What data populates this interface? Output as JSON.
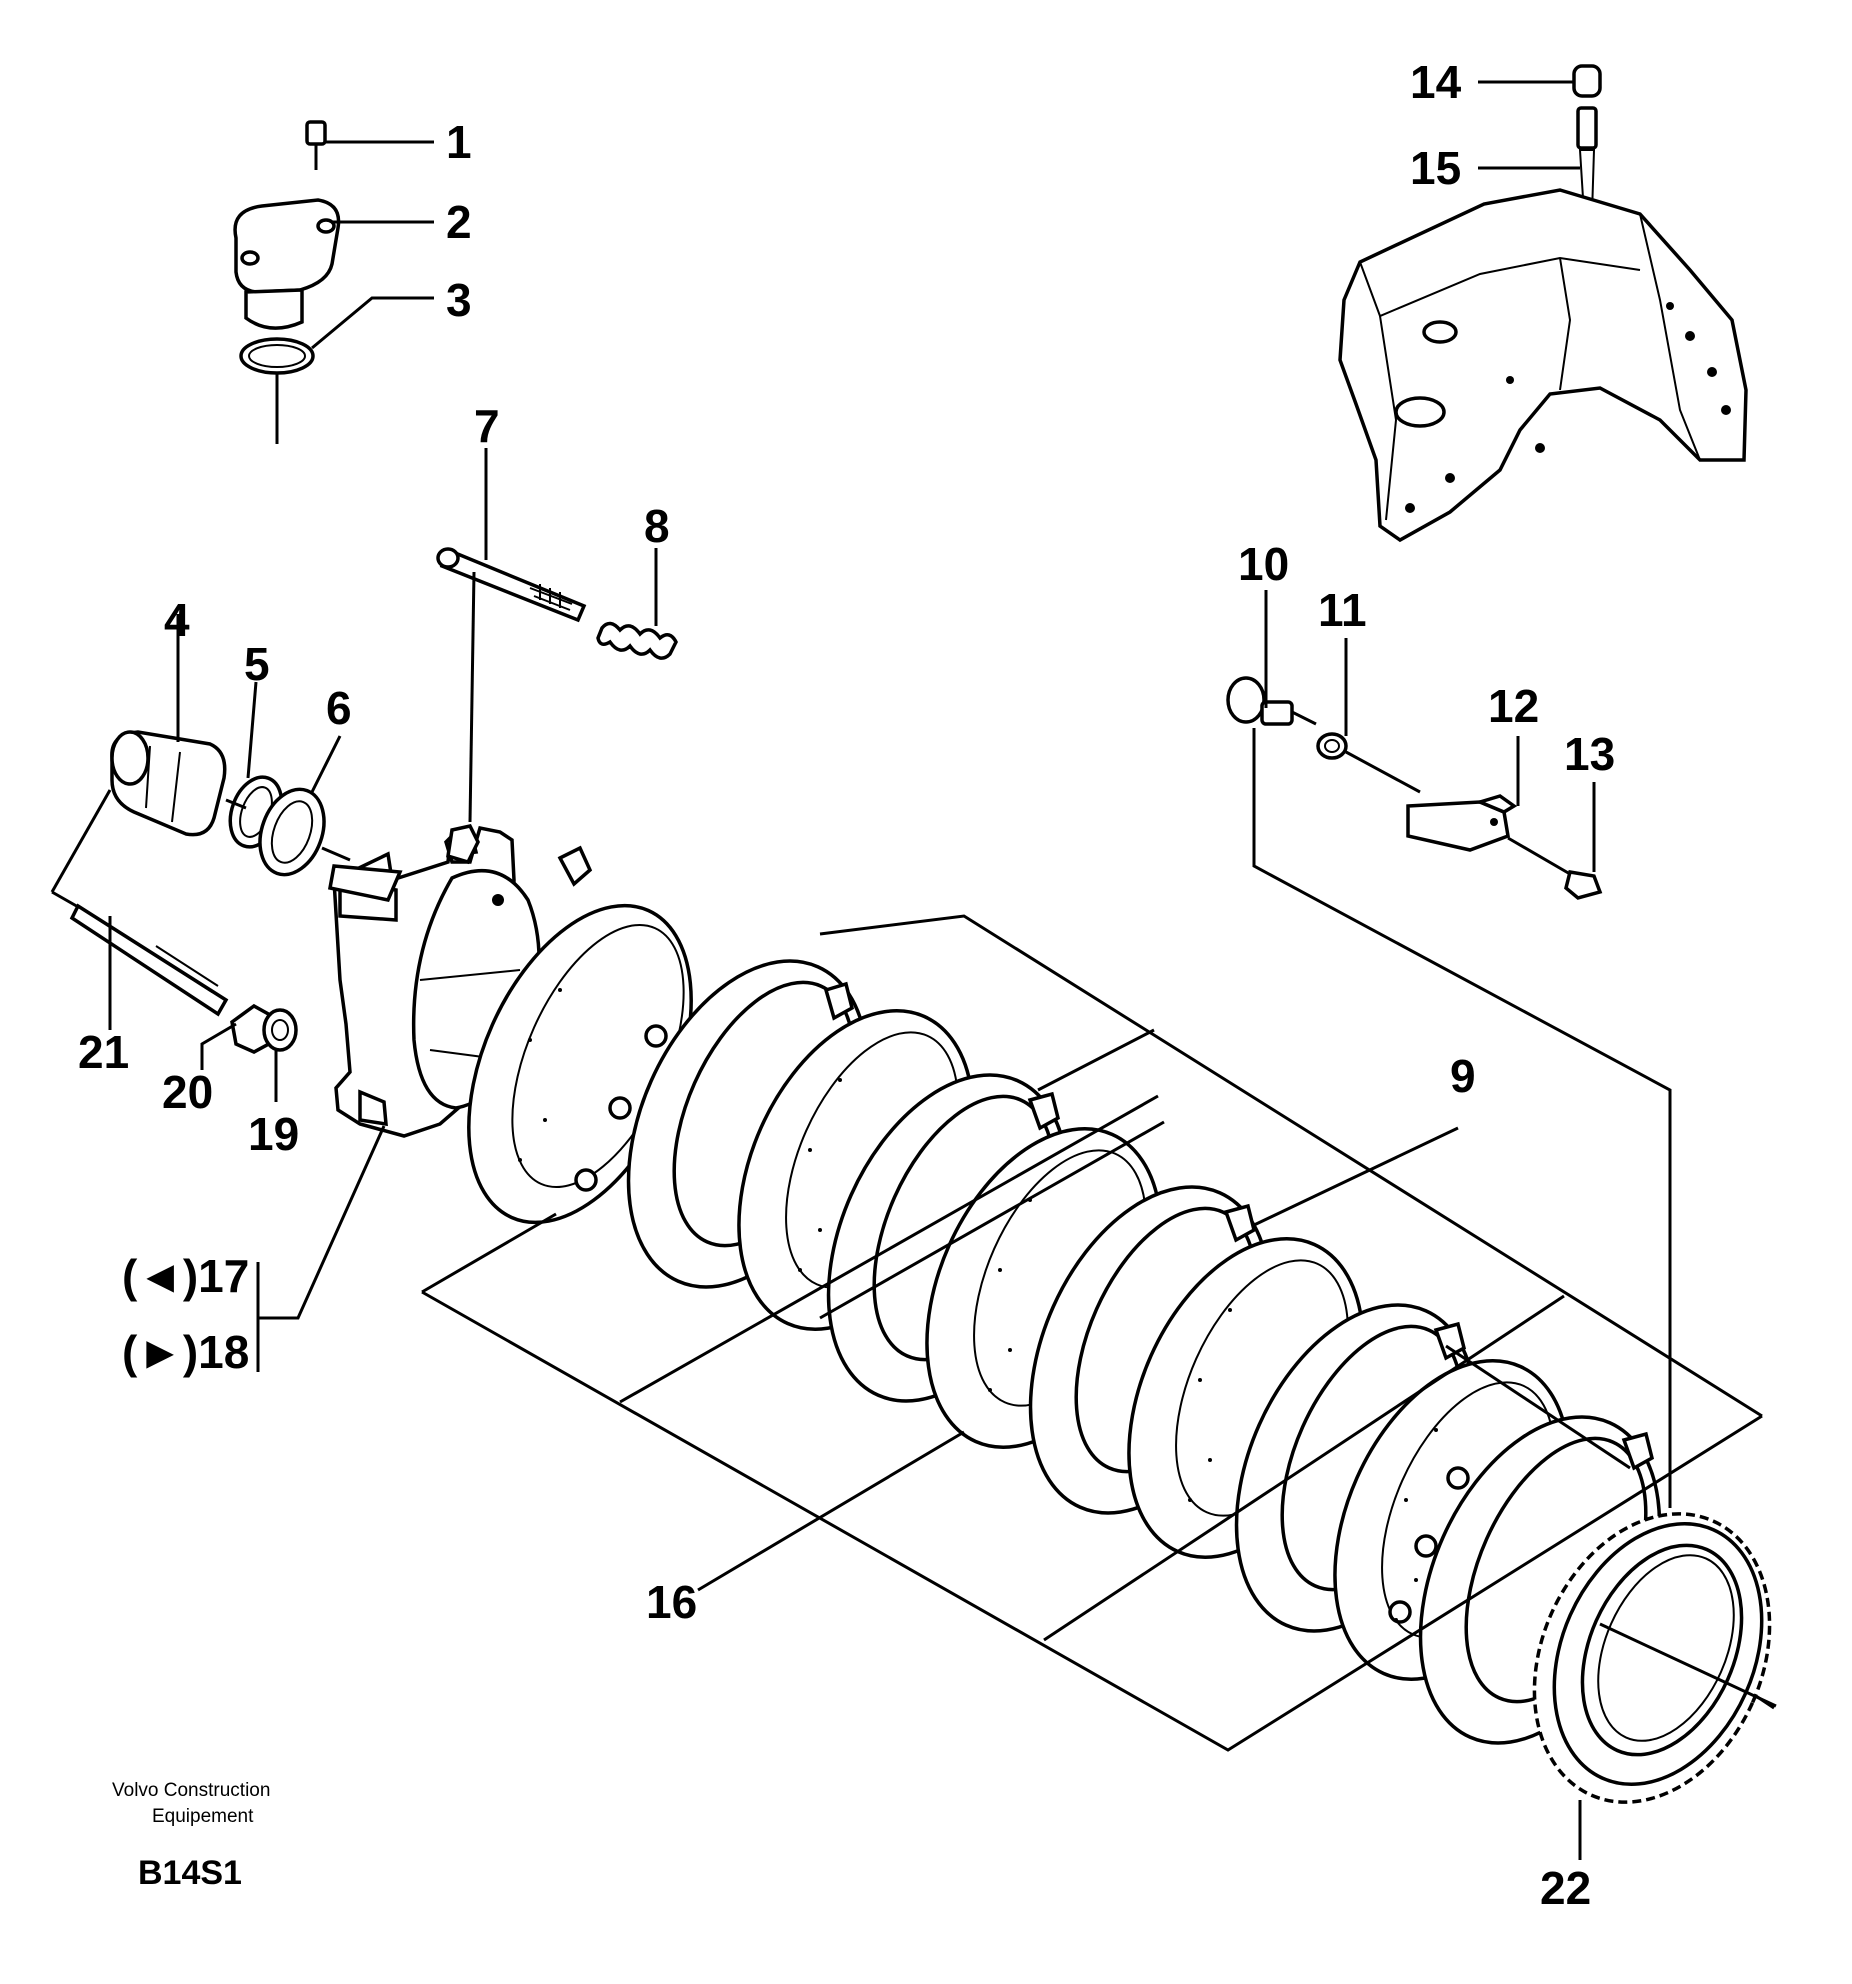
{
  "callouts": {
    "c1": "1",
    "c2": "2",
    "c3": "3",
    "c4": "4",
    "c5": "5",
    "c6": "6",
    "c7": "7",
    "c8": "8",
    "c9": "9",
    "c10": "10",
    "c11": "11",
    "c12": "12",
    "c13": "13",
    "c14": "14",
    "c15": "15",
    "c16": "16",
    "c17": "(◄)17",
    "c18": "(►)18",
    "c19": "19",
    "c20": "20",
    "c21": "21",
    "c22": "22"
  },
  "footer": {
    "company_line1": "Volvo Construction",
    "company_line2": "Equipement",
    "drawing_code": "B14S1"
  }
}
